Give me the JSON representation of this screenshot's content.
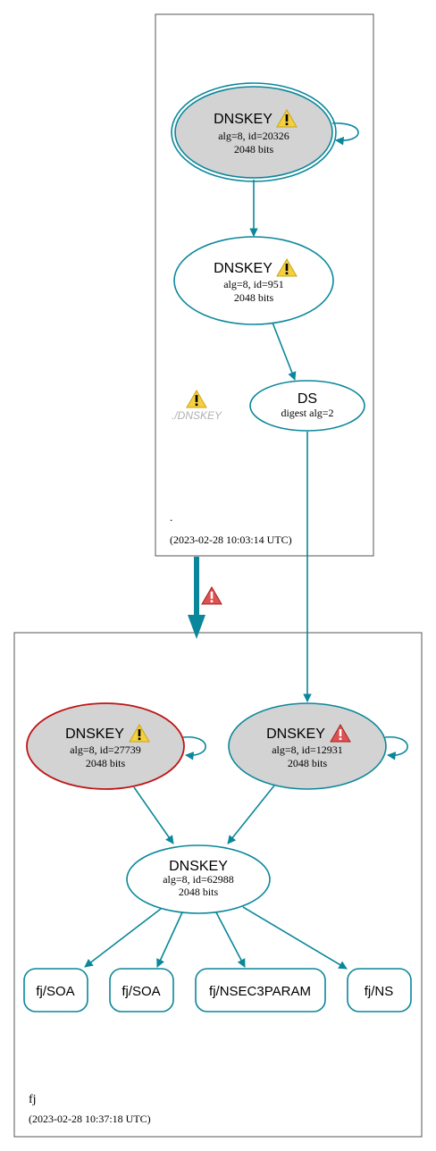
{
  "colors": {
    "edge": "#0a879a",
    "node_fill_gray": "#d3d3d3",
    "node_stroke_red": "#be1515",
    "warn_yellow": "#f4d03f",
    "warn_red": "#e05050",
    "cluster_border": "#555555",
    "faded_text": "#b0b0b0"
  },
  "zone_root": {
    "name": ".",
    "timestamp": "(2023-02-28 10:03:14 UTC)",
    "nodes": {
      "ksk": {
        "title": "DNSKEY",
        "line1": "alg=8, id=20326",
        "line2": "2048 bits",
        "warning": "yellow-warning-icon"
      },
      "zsk": {
        "title": "DNSKEY",
        "line1": "alg=8, id=951",
        "line2": "2048 bits",
        "warning": "yellow-warning-icon"
      },
      "ds": {
        "title": "DS",
        "line1": "digest alg=2"
      },
      "missing": {
        "label": "./DNSKEY",
        "warning": "yellow-warning-icon"
      }
    }
  },
  "delegation": {
    "warning": "red-warning-icon"
  },
  "zone_fj": {
    "name": "fj",
    "timestamp": "(2023-02-28 10:37:18 UTC)",
    "nodes": {
      "ksk1": {
        "title": "DNSKEY",
        "line1": "alg=8, id=27739",
        "line2": "2048 bits",
        "warning": "yellow-warning-icon"
      },
      "ksk2": {
        "title": "DNSKEY",
        "line1": "alg=8, id=12931",
        "line2": "2048 bits",
        "warning": "red-warning-icon"
      },
      "zsk": {
        "title": "DNSKEY",
        "line1": "alg=8, id=62988",
        "line2": "2048 bits"
      }
    },
    "records": [
      "fj/SOA",
      "fj/SOA",
      "fj/NSEC3PARAM",
      "fj/NS"
    ]
  }
}
